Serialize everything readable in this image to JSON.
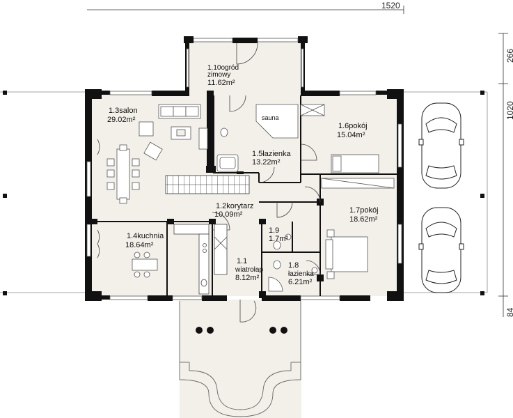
{
  "dimensions": {
    "total_width": "1520",
    "winter_garden_depth": "266",
    "house_depth": "1020",
    "bottom_offset": "84"
  },
  "rooms": [
    {
      "id": "salon",
      "number": "1.3",
      "name": "salon",
      "area": "29.02m²"
    },
    {
      "id": "ogrod",
      "number": "1.10",
      "name": "ogród",
      "name2": "zimowy",
      "area": "11.62m²"
    },
    {
      "id": "lazienka1",
      "number": "1.5",
      "name": "łazienka",
      "area": "13.22m²"
    },
    {
      "id": "pokoj1",
      "number": "1.6",
      "name": "pokój",
      "area": "15.04m²"
    },
    {
      "id": "korytarz",
      "number": "1.2",
      "name": "korytarz",
      "area": "10.09m²"
    },
    {
      "id": "kuchnia",
      "number": "1.4",
      "name": "kuchnia",
      "area": "18.64m²"
    },
    {
      "id": "pokoj2",
      "number": "1.7",
      "name": "pokój",
      "area": "18.62m²"
    },
    {
      "id": "wc",
      "number": "1.9",
      "name": "",
      "area": "1.7m²"
    },
    {
      "id": "wiatrolap",
      "number": "1.1",
      "name": "wiatrołap",
      "area": "8.12m²"
    },
    {
      "id": "lazienka2",
      "number": "1.8",
      "name": "łazienka",
      "area": "6.21m²"
    }
  ],
  "labels": {
    "sauna": "sauna"
  },
  "icons": [
    "car-icon",
    "car-icon",
    "bed-icon",
    "bed-icon",
    "sofa-icon",
    "dining-table-icon",
    "bathtub-icon",
    "toilet-icon",
    "shower-icon",
    "stairs-icon"
  ]
}
